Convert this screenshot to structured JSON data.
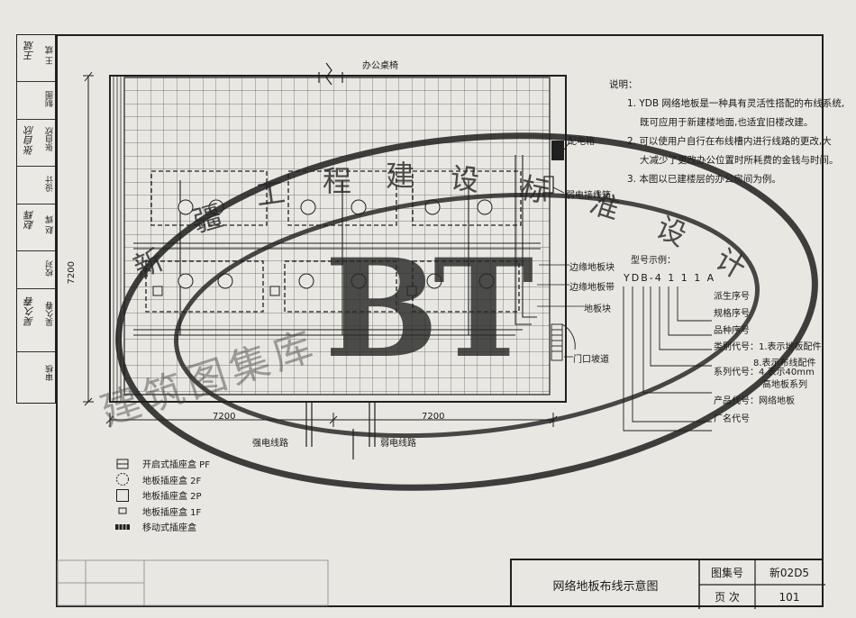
{
  "sidebar": {
    "rows": [
      {
        "role": "王 斌",
        "sig": "王斌"
      },
      {
        "role": "制图",
        "sig": ""
      },
      {
        "role": "张自欣",
        "sig": "张自欣"
      },
      {
        "role": "设计",
        "sig": ""
      },
      {
        "role": "赵 辉",
        "sig": "赵辉"
      },
      {
        "role": "校对",
        "sig": ""
      },
      {
        "role": "吴久春",
        "sig": "吴久春"
      },
      {
        "role": "审核",
        "sig": ""
      }
    ]
  },
  "drawing": {
    "top_label": "办公桌椅",
    "dim_left_vertical": "7200",
    "dim_bottom_left": "7200",
    "dim_bottom_right": "7200",
    "bottom_strong": "强电线路",
    "bottom_weak": "弱电线路",
    "right_labels": {
      "distribution_box": "配电箱",
      "weak_box": "弱电接线箱",
      "edge_block": "边缘地板块",
      "edge_strip": "边缘地板带",
      "floor_block": "地板块",
      "ramp": "门口坡道"
    }
  },
  "notes": {
    "heading": "说明：",
    "lines": [
      "1. YDB 网络地板是一种具有灵活性搭配的布线系统,",
      "既可应用于新建楼地面,也适宜旧楼改建。",
      "2. 可以使用户自行在布线槽内进行线路的更改,大",
      "大减少了更改办公位置时所耗费的金钱与时间。",
      "3. 本图以已建楼层的办公房间为例。"
    ]
  },
  "model": {
    "title": "型号示例：",
    "code": "YDB-4 1 1 1 A",
    "items": [
      "派生序号",
      "规格序号",
      "品种序号",
      "类别代号：1.表示地板配件",
      "8.表示布线配件",
      "系列代号：4.表示40mm",
      "高地板系列",
      "产品代号：网络地板",
      "厂名代号"
    ]
  },
  "legend": [
    {
      "label": "开启式插座盒 PF",
      "icon": "open-socket-box-icon"
    },
    {
      "label": "地板插座盒 2F",
      "icon": "floor-socket-2f-icon"
    },
    {
      "label": "地板插座盒 2P",
      "icon": "floor-socket-2p-icon"
    },
    {
      "label": "地板插座盒 1F",
      "icon": "floor-socket-1f-icon"
    },
    {
      "label": "移动式插座盒",
      "icon": "mobile-socket-box-icon"
    }
  ],
  "title_block": {
    "title": "网络地板布线示意图",
    "atlas_label": "图集号",
    "atlas_value": "新02D5",
    "page_label": "页 次",
    "page_value": "101"
  },
  "watermark": {
    "arc": "新疆工程建设标准设计",
    "big": "BT",
    "bottom": "建筑图集库"
  },
  "colors": {
    "line": "#1f1f1f",
    "paper": "#e9e7e2",
    "stamp": "#2a2a2a"
  }
}
